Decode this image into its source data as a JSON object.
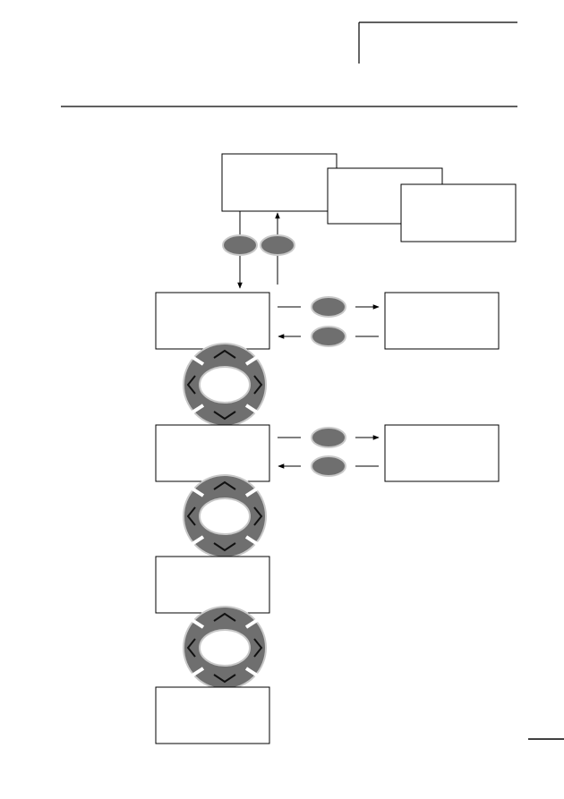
{
  "page": {
    "background": "#ffffff",
    "line_color": "#000000"
  },
  "colors": {
    "button_fill": "#6f6f6f",
    "button_stroke": "#c8c8c8",
    "dpad_fill": "#6f6f6f",
    "dpad_outline": "#c8c8c8",
    "dpad_chevron": "#111111"
  },
  "icons": {
    "round_button": "oval-key-icon",
    "cursor_pad": "four-way-cursor-pad-icon",
    "arrow": "arrowhead-icon"
  },
  "display_boxes": {
    "top_stack": [
      "menu-display-1",
      "menu-display-2",
      "menu-display-3"
    ],
    "main_column": [
      "display-level-1",
      "display-level-2",
      "display-level-3",
      "display-level-4"
    ],
    "side_column": [
      "side-display-1",
      "side-display-2"
    ]
  }
}
